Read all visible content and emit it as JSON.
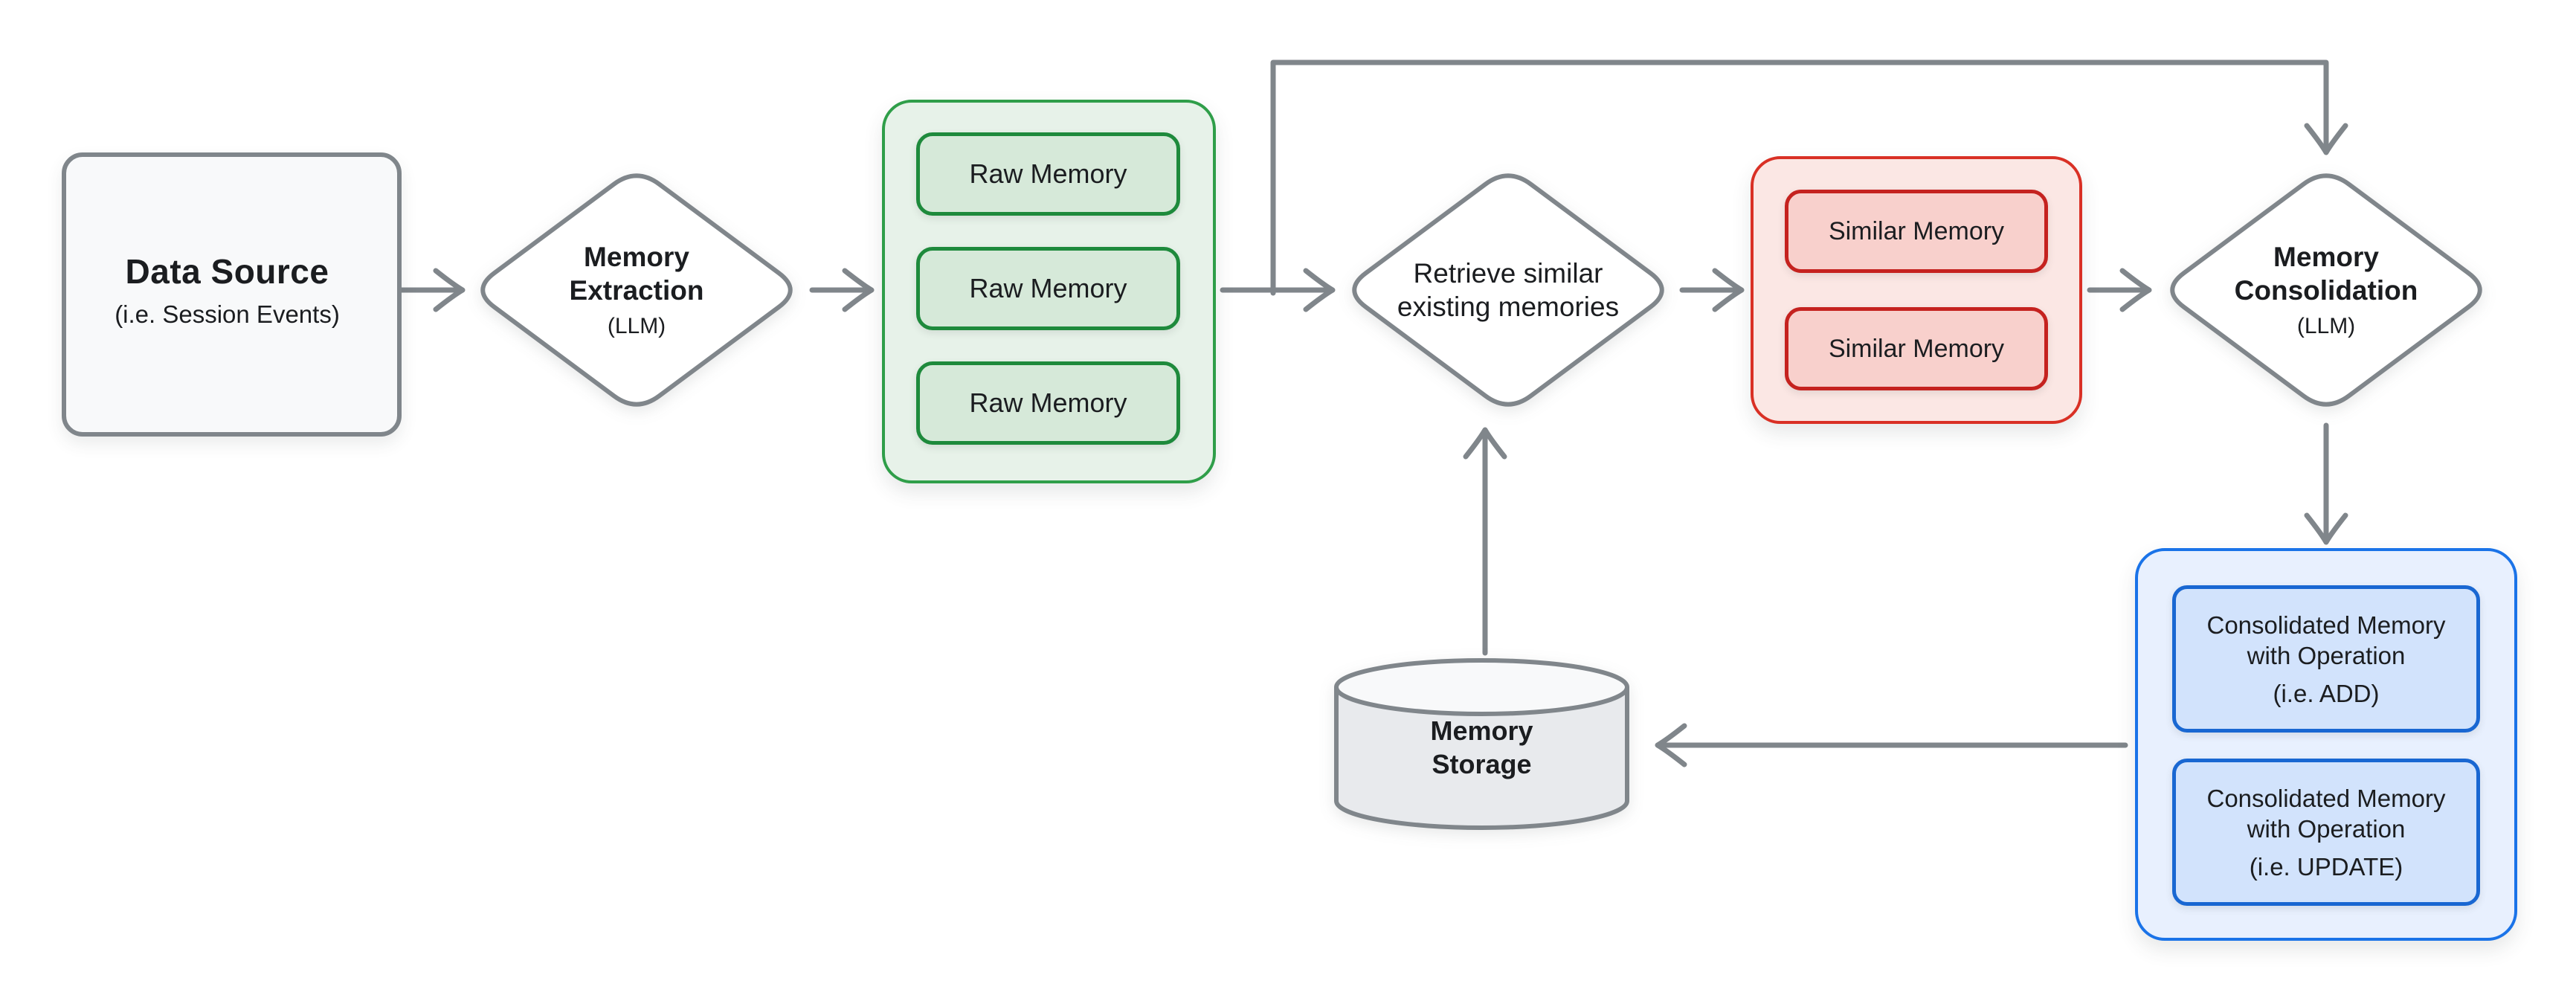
{
  "canvas": {
    "background": "#ffffff",
    "connector_color": "#80868b",
    "text_color": "#1b1d20"
  },
  "nodes": {
    "data_source": {
      "title": "Data Source",
      "subtitle": "(i.e. Session Events)",
      "fill": "#f8f9fa",
      "border": "#80868b"
    },
    "memory_extraction": {
      "title": "Memory Extraction",
      "subtitle": "(LLM)",
      "fill": "#ffffff",
      "border": "#80868b"
    },
    "raw_memories": {
      "fill": "#e7f2e9",
      "border": "#2f9e49",
      "item_fill": "#d6e9d9",
      "item_border": "#1e8a3c",
      "items": [
        {
          "label": "Raw Memory"
        },
        {
          "label": "Raw Memory"
        },
        {
          "label": "Raw Memory"
        }
      ]
    },
    "retrieve": {
      "title": "Retrieve similar existing memories",
      "fill": "#ffffff",
      "border": "#80868b"
    },
    "similar_memories": {
      "fill": "#fbe7e4",
      "border": "#d93025",
      "item_fill": "#f8d0cc",
      "item_border": "#c5221f",
      "items": [
        {
          "label": "Similar Memory"
        },
        {
          "label": "Similar Memory"
        }
      ]
    },
    "memory_consolidation": {
      "title": "Memory Consolidation",
      "subtitle": "(LLM)",
      "fill": "#ffffff",
      "border": "#80868b"
    },
    "consolidated": {
      "fill": "#e8f0fe",
      "border": "#1a73e8",
      "item_fill": "#d2e3fc",
      "item_border": "#1967d2",
      "items": [
        {
          "title": "Consolidated Memory with Operation",
          "subtitle": "(i.e. ADD)"
        },
        {
          "title": "Consolidated Memory with Operation",
          "subtitle": "(i.e. UPDATE)"
        }
      ]
    },
    "memory_storage": {
      "title": "Memory Storage",
      "fill": "#e8eaed",
      "border": "#80868b"
    }
  },
  "edges": [
    {
      "from": "data_source",
      "to": "memory_extraction"
    },
    {
      "from": "memory_extraction",
      "to": "raw_memories"
    },
    {
      "from": "raw_memories",
      "to": "retrieve"
    },
    {
      "from": "raw_memories",
      "to": "memory_consolidation",
      "route": "top-bypass"
    },
    {
      "from": "retrieve",
      "to": "similar_memories"
    },
    {
      "from": "similar_memories",
      "to": "memory_consolidation"
    },
    {
      "from": "memory_consolidation",
      "to": "consolidated"
    },
    {
      "from": "consolidated",
      "to": "memory_storage"
    },
    {
      "from": "memory_storage",
      "to": "retrieve"
    }
  ]
}
